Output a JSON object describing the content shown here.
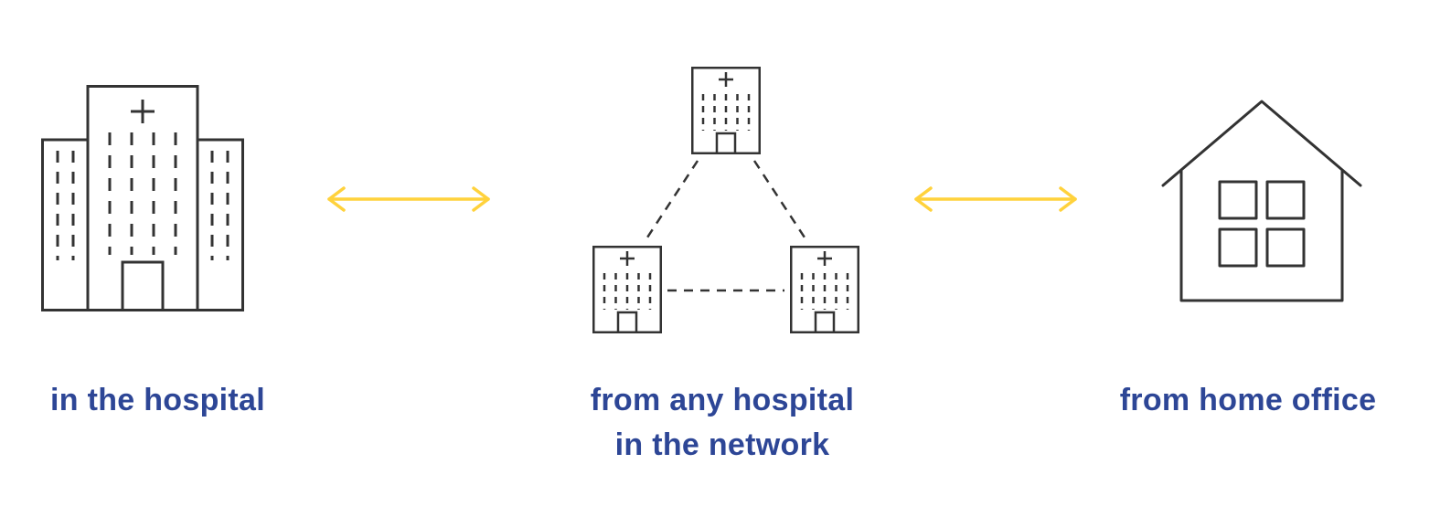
{
  "colors": {
    "background": "#ffffff",
    "outline": "#333333",
    "label": "#2d4696",
    "arrow": "#ffd23c"
  },
  "sections": {
    "left": {
      "icon": "hospital-icon",
      "label": "in the hospital"
    },
    "middle": {
      "icon": "hospital-network-icon",
      "label_line1": "from any hospital",
      "label_line2": "in the network"
    },
    "right": {
      "icon": "home-icon",
      "label": "from home office"
    }
  },
  "connectors": [
    {
      "icon": "double-arrow-icon",
      "position": "between-left-and-middle"
    },
    {
      "icon": "double-arrow-icon",
      "position": "between-middle-and-right"
    }
  ]
}
